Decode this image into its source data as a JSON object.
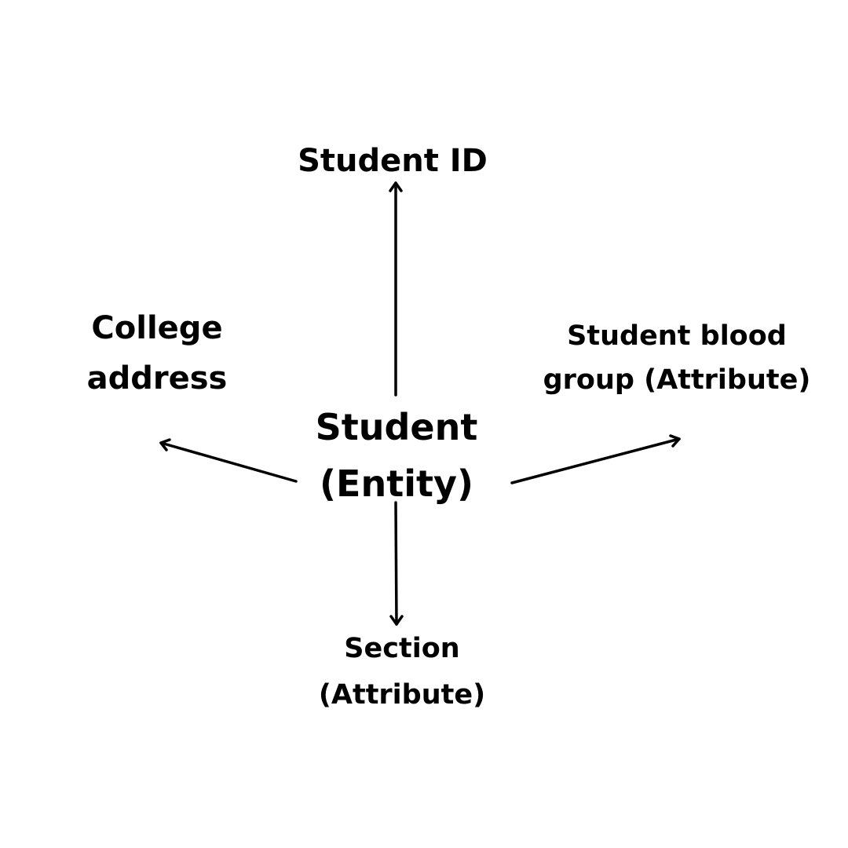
{
  "entity": {
    "line1": "Student",
    "line2": "(Entity)"
  },
  "attributes": {
    "student_id": "Student ID",
    "college_address": {
      "line1": "College",
      "line2": "address"
    },
    "blood_group": {
      "line1": "Student blood",
      "line2": "group (Attribute)"
    },
    "section": {
      "line1": "Section",
      "line2": "(Attribute)"
    }
  },
  "colors": {
    "background": "#ffffff",
    "ink": "#000000"
  }
}
